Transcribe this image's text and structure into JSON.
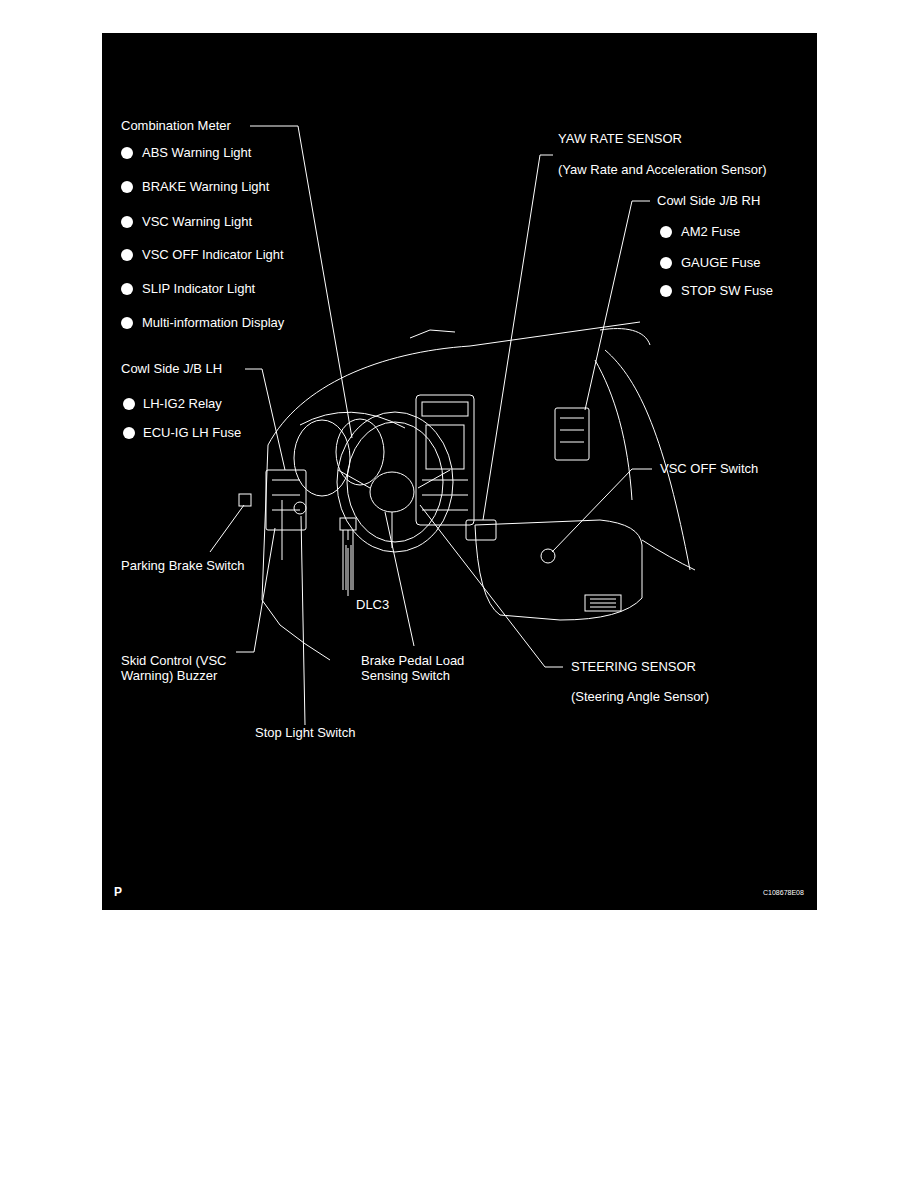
{
  "diagram": {
    "labels": [
      "Combination Meter",
      "ABS Warning Light",
      "BRAKE Warning Light",
      "VSC Warning Light",
      "VSC OFF Indicator Light",
      "SLIP Indicator Light",
      "Multi-information Display",
      "YAW RATE SENSOR",
      "(Yaw Rate and Acceleration Sensor)",
      "Cowl Side J/B RH",
      "AM2 Fuse",
      "GAUGE Fuse",
      "STOP SW Fuse",
      "Cowl Side J/B LH",
      "LH-IG2 Relay",
      "ECU-IG LH Fuse",
      "VSC OFF Switch",
      "Parking Brake Switch",
      "DLC3",
      "Skid Control (VSC Warning) Buzzer",
      "Brake Pedal Load Sensing Switch",
      "STEERING SENSOR",
      "(Steering Angle Sensor)",
      "Stop Light Switch",
      "P",
      "C108678E08"
    ]
  }
}
